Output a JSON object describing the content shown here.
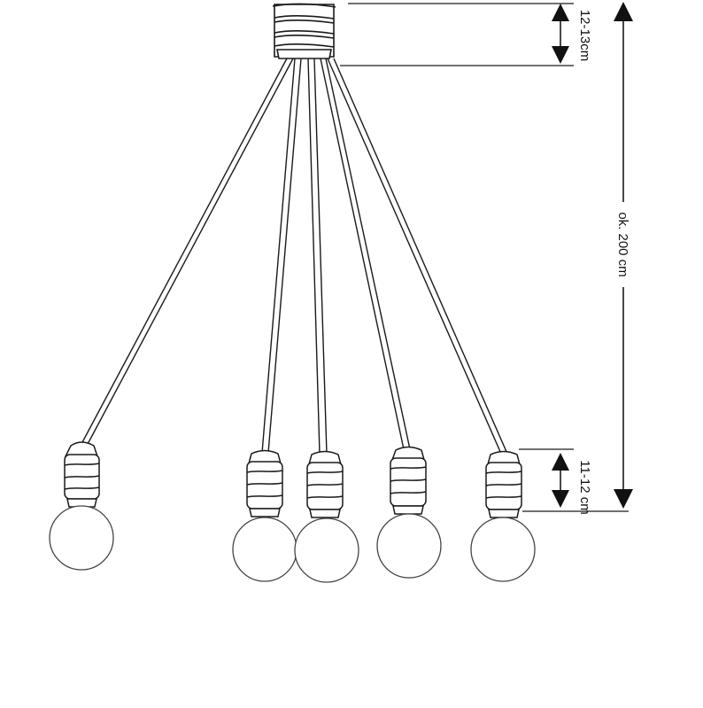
{
  "dimensions": {
    "canopy_height": "12-13cm",
    "total_length": "ok. 200 cm",
    "socket_height": "11-12 cm"
  },
  "pendants": [
    {
      "label": ""
    },
    {
      "label": ""
    },
    {
      "label": ""
    },
    {
      "label": ""
    },
    {
      "label": ""
    }
  ],
  "colors": {
    "line": "#1a1a1a",
    "bulb": "#444444",
    "background": "#ffffff"
  }
}
